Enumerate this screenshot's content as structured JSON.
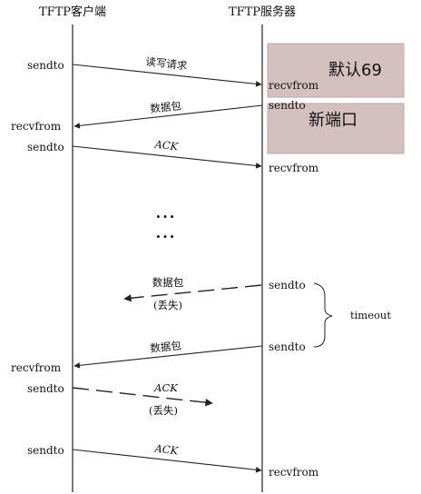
{
  "client_title": "TFTP客户端",
  "server_title": "TFTP服务器",
  "messages": {
    "m1": {
      "left": "sendto",
      "label": "读写请求",
      "right": "recvfrom"
    },
    "m2": {
      "right": "sendto",
      "label": "数据包",
      "left": "recvfrom"
    },
    "m3": {
      "left": "sendto",
      "label": "ACK",
      "right": "recvfrom"
    },
    "m4": {
      "right": "sendto",
      "label": "数据包",
      "label2": "(丢失)"
    },
    "m5": {
      "right": "sendto",
      "label": "数据包",
      "left": "recvfrom"
    },
    "m6": {
      "left": "sendto",
      "label": "ACK",
      "label2": "(丢失)"
    },
    "m7": {
      "left": "sendto",
      "label": "ACK",
      "right": "recvfrom"
    }
  },
  "ellipsis": [
    "...",
    "..."
  ],
  "timeout_label": "timeout",
  "notes": {
    "default_port": "默认69",
    "new_port": "新端口"
  },
  "colors": {
    "note_fill": "#d4c0bf",
    "note_border": "#c2a6a5",
    "line": "#222222"
  }
}
